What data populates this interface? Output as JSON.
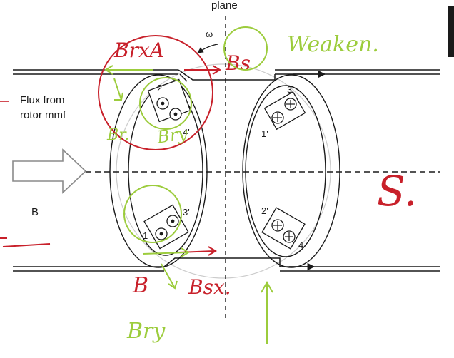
{
  "labels": {
    "plane": "plane",
    "omega": "ω",
    "flux_line1": "Flux from",
    "flux_line2": "rotor mmf",
    "b_left": "B",
    "coil_2": "2",
    "coil_4p": "4'",
    "coil_3": "3",
    "coil_1p": "1'",
    "coil_3p": "3'",
    "coil_1": "1",
    "coil_2p": "2'",
    "coil_4": "4"
  },
  "annotations": {
    "brx_a": "BrxA",
    "bs": "Bs",
    "weaken": "Weaken.",
    "br": "Br.",
    "bry_top": "Bry",
    "s_mark": "S.",
    "b_bottom": "B",
    "bsx": "Bsx.",
    "bry_bottom": "Bry"
  },
  "symbols": {
    "dot": "dot-out-of-page",
    "cross": "cross-into-page"
  },
  "colors": {
    "ink": "#1a1a1a",
    "red_ink": "#c8202a",
    "green_ink": "#9ccc3c",
    "arrow_outline": "#8a8a8a"
  }
}
